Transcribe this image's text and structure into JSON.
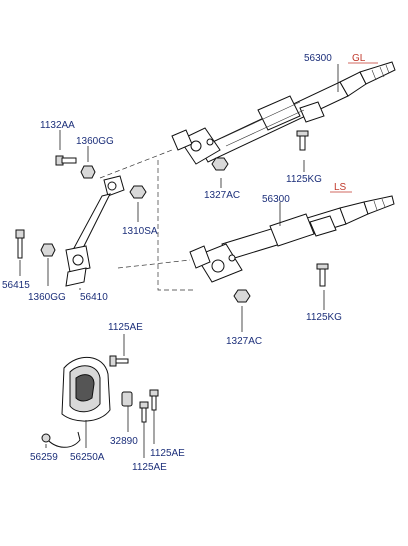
{
  "labels": {
    "gl_tag": "GL",
    "ls_tag": "LS",
    "p56300_gl": "56300",
    "p56300_ls": "56300",
    "p1132AA": "1132AA",
    "p1360GG_top": "1360GG",
    "p1327AC_top": "1327AC",
    "p1125KG_top": "1125KG",
    "p1310SA": "1310SA",
    "p56415": "56415",
    "p1360GG_bottom": "1360GG",
    "p56410": "56410",
    "p1327AC_bottom": "1327AC",
    "p1125KG_bottom": "1125KG",
    "p1125AE_top": "1125AE",
    "p32890": "32890",
    "p1125AE_right": "1125AE",
    "p1125AE_bottom": "1125AE",
    "p56250A": "56250A",
    "p56259": "56259"
  },
  "colors": {
    "label_text": "#1c2f7a",
    "tag_text": "#c0392b",
    "line": "#222222"
  }
}
